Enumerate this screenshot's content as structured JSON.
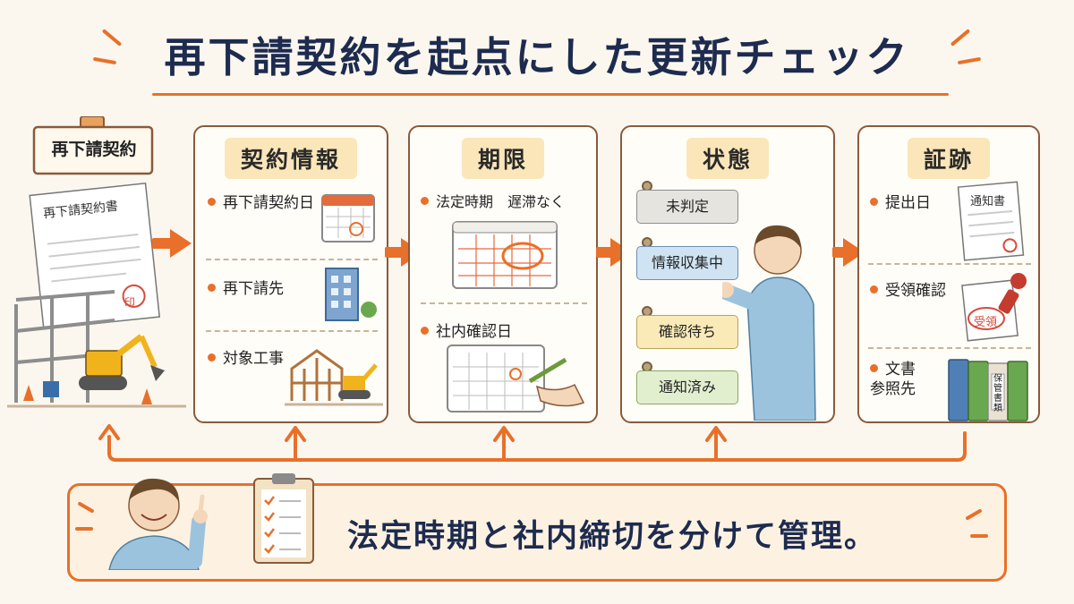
{
  "title": "再下請契約を起点にした更新チェック",
  "start": {
    "sign": "再下請契約",
    "document": "再下請契約書",
    "stamp": "印"
  },
  "panels": {
    "contract_info": {
      "header": "契約情報",
      "items": [
        "再下請契約日",
        "再下請先",
        "対象工事"
      ]
    },
    "deadline": {
      "header": "期限",
      "items": [
        "法定時期　遅滞なく",
        "社内確認日"
      ]
    },
    "status": {
      "header": "状態",
      "tags": [
        "未判定",
        "情報収集中",
        "確認待ち",
        "通知済み"
      ]
    },
    "evidence": {
      "header": "証跡",
      "items": [
        "提出日",
        "受領確認",
        "文書\n参照先"
      ],
      "notice_doc": "通知書",
      "receipt_stamp": "受領",
      "binder_label": "保管書類"
    }
  },
  "bottom": {
    "text": "法定時期と社内締切を分けて管理。"
  },
  "colors": {
    "accent": "#e8702a",
    "panel_border": "#8a5a3a",
    "header_bg": "#fbe6b9",
    "tag_gray": "#e6e4df",
    "tag_blue": "#cfe3f3",
    "tag_yellow": "#f9eab8",
    "tag_green": "#e2efcf"
  }
}
